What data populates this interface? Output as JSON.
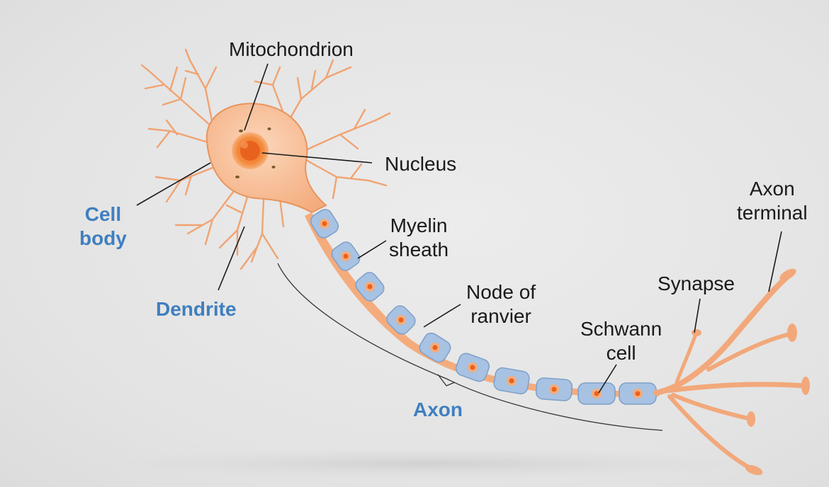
{
  "diagram": {
    "labels": {
      "mitochondrion": "Mitochondrion",
      "nucleus": "Nucleus",
      "cell_body": [
        "Cell",
        "body"
      ],
      "dendrite": "Dendrite",
      "myelin_sheath": [
        "Myelin",
        "sheath"
      ],
      "node_of_ranvier": [
        "Node of",
        "ranvier"
      ],
      "axon": "Axon",
      "schwann_cell": [
        "Schwann",
        "cell"
      ],
      "synapse": "Synapse",
      "axon_terminal": [
        "Axon",
        "terminal"
      ]
    },
    "colors": {
      "neuron_fill": "#f6b88c",
      "neuron_stroke": "#e8945e",
      "myelin_fill": "#9fbde0",
      "myelin_stroke": "#7f9fc8",
      "nucleus_core": "#e8621e",
      "blue_label": "#3f7fbf",
      "black_label": "#1a1a1a"
    }
  }
}
